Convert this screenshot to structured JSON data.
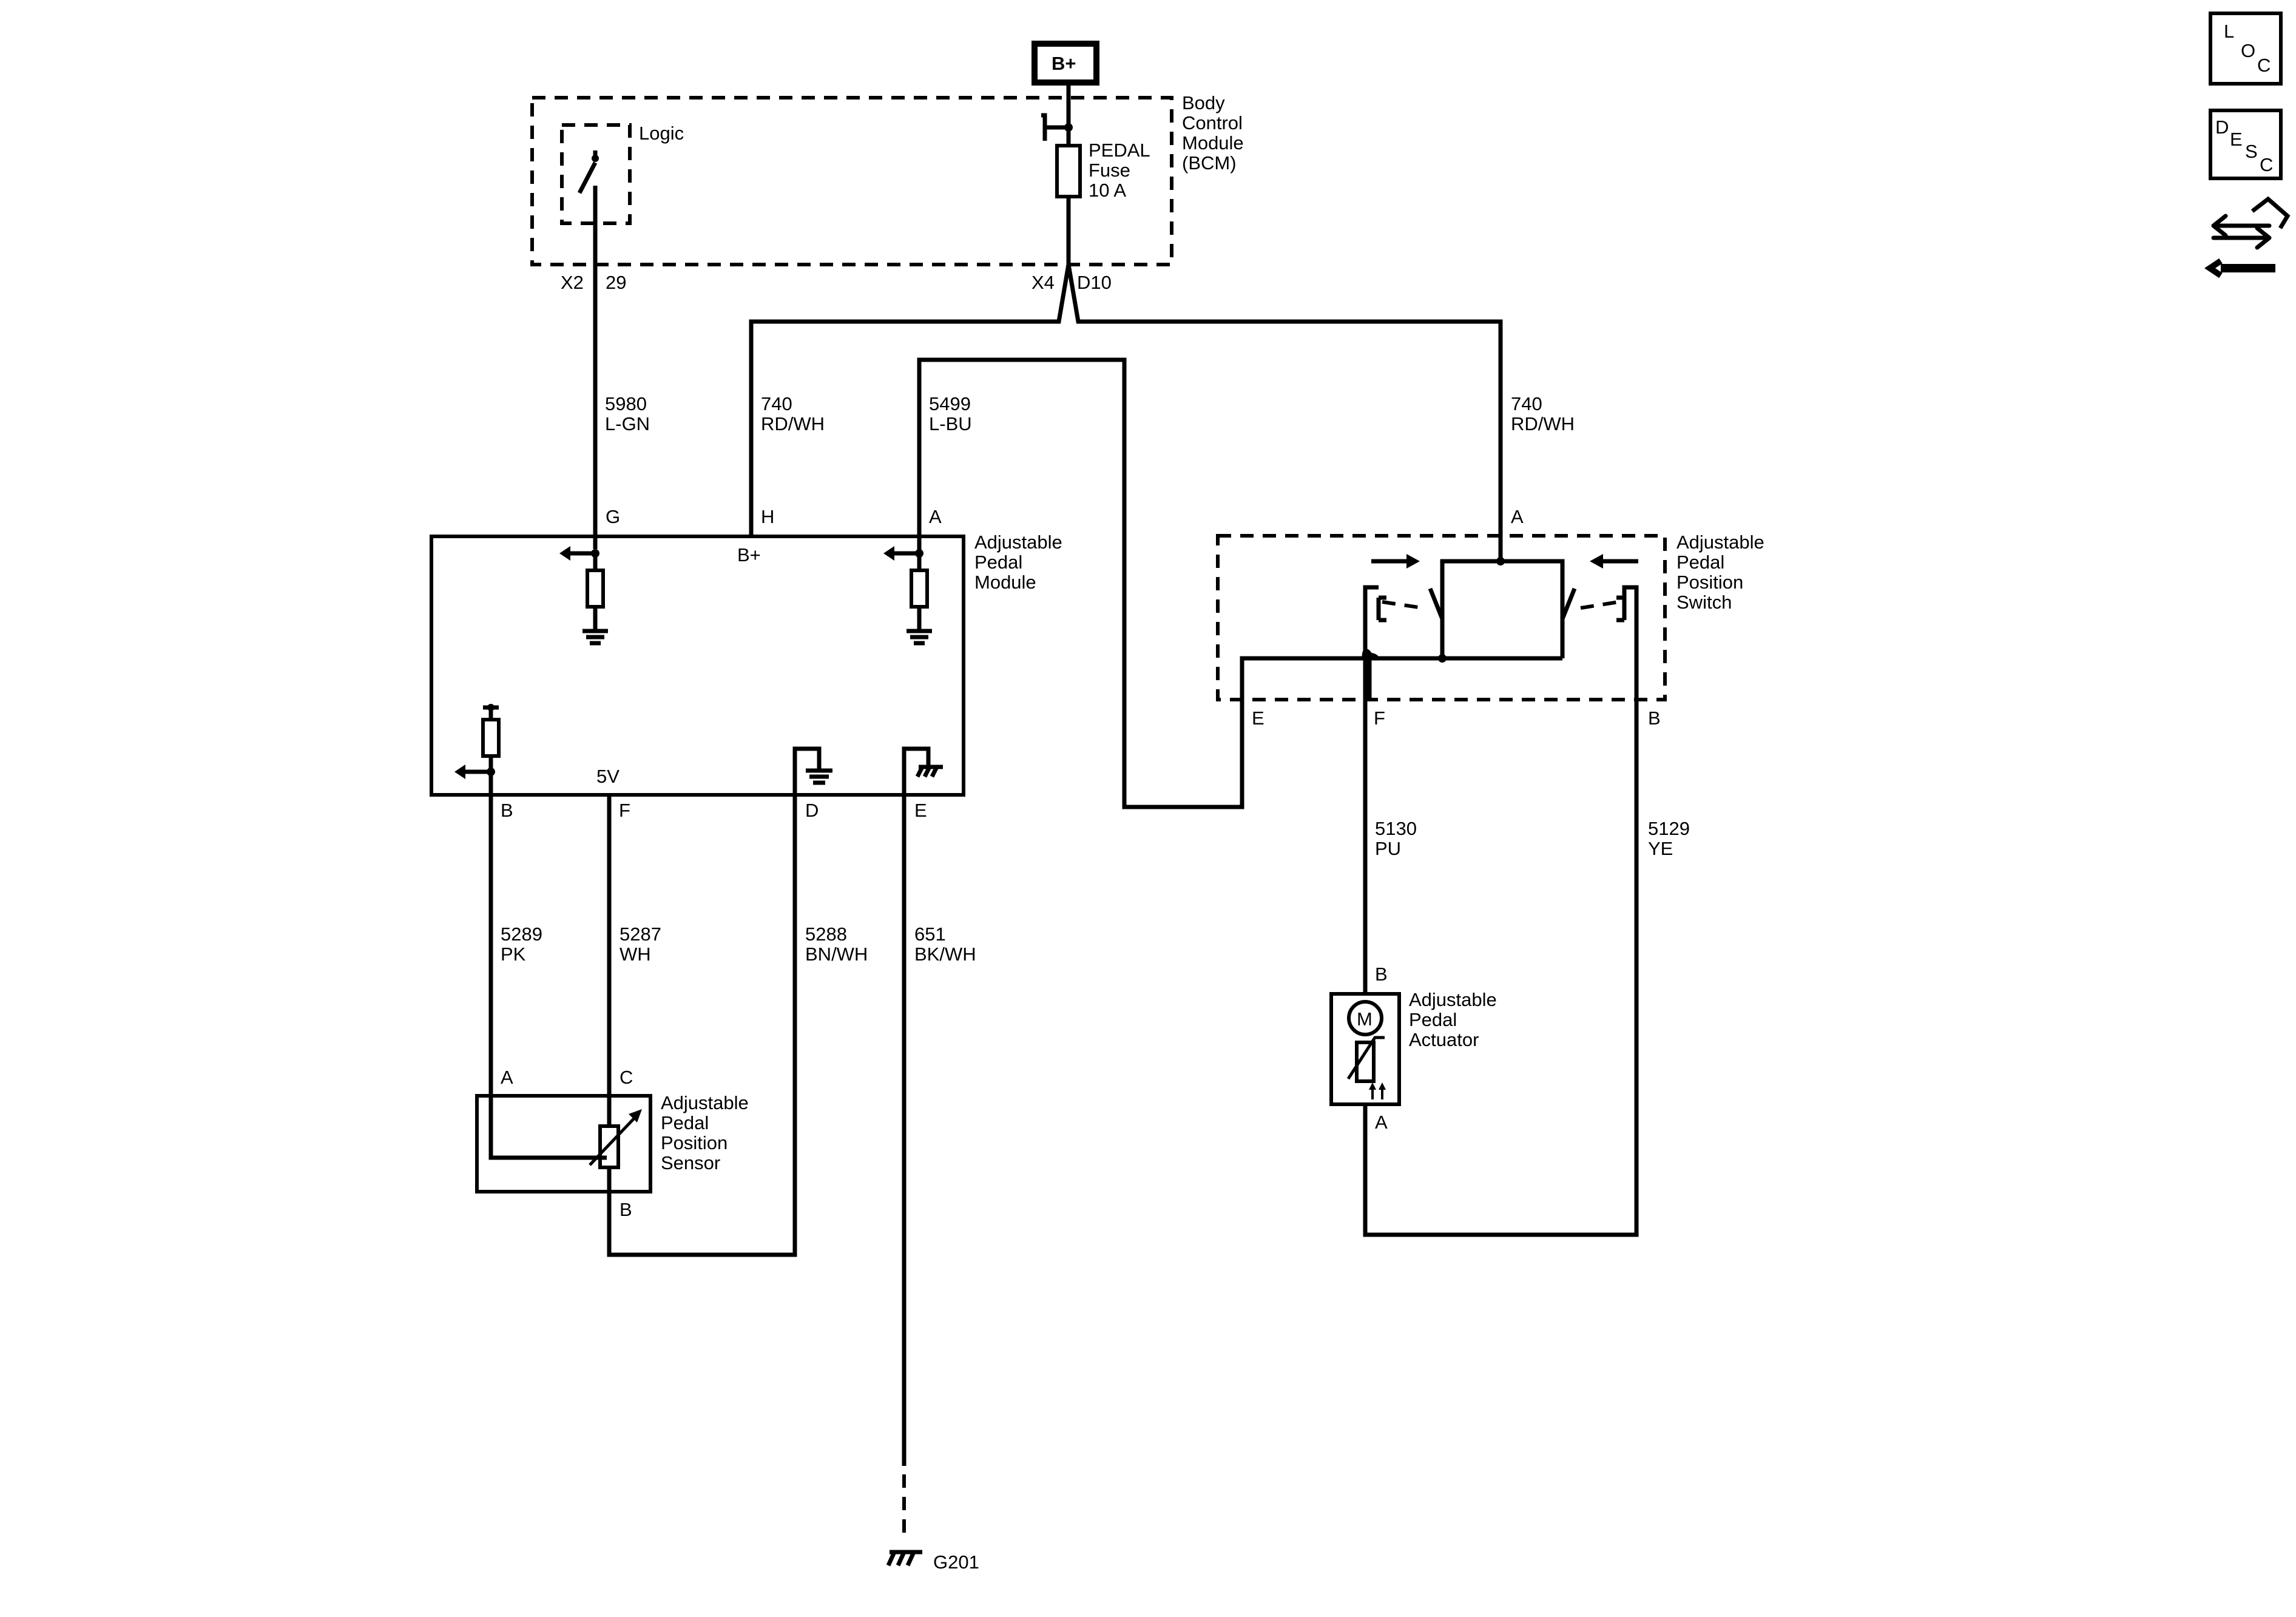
{
  "side_buttons": {
    "loc": [
      "L",
      "O",
      "C"
    ],
    "desc": [
      "D",
      "E",
      "S",
      "C"
    ],
    "connector_icon": "connector-wrench-icon"
  },
  "power": {
    "label": "B+"
  },
  "bcm": {
    "name": [
      "Body",
      "Control",
      "Module",
      "(BCM)"
    ],
    "logic_label": "Logic",
    "fuse": [
      "PEDAL",
      "Fuse",
      "10 A"
    ],
    "connector_left": "X2",
    "pin_left": "29",
    "connector_right": "X4",
    "pin_right": "D10"
  },
  "wires": {
    "w5980": {
      "circuit": "5980",
      "color": "L-GN"
    },
    "w740a": {
      "circuit": "740",
      "color": "RD/WH"
    },
    "w5499": {
      "circuit": "5499",
      "color": "L-BU"
    },
    "w740b": {
      "circuit": "740",
      "color": "RD/WH"
    },
    "w5289": {
      "circuit": "5289",
      "color": "PK"
    },
    "w5287": {
      "circuit": "5287",
      "color": "WH"
    },
    "w5288": {
      "circuit": "5288",
      "color": "BN/WH"
    },
    "w651": {
      "circuit": "651",
      "color": "BK/WH"
    },
    "w5130": {
      "circuit": "5130",
      "color": "PU"
    },
    "w5129": {
      "circuit": "5129",
      "color": "YE"
    }
  },
  "module": {
    "name": [
      "Adjustable",
      "Pedal",
      "Module"
    ],
    "pin_g": "G",
    "pin_h": "H",
    "pin_a": "A",
    "bplus": "B+",
    "fivev": "5V",
    "pin_b": "B",
    "pin_f": "F",
    "pin_d": "D",
    "pin_e": "E"
  },
  "switch": {
    "name": [
      "Adjustable",
      "Pedal",
      "Position",
      "Switch"
    ],
    "pin_a": "A",
    "pin_e": "E",
    "pin_f": "F",
    "pin_b": "B"
  },
  "sensor": {
    "name": [
      "Adjustable",
      "Pedal",
      "Position",
      "Sensor"
    ],
    "pin_a": "A",
    "pin_c": "C",
    "pin_b": "B"
  },
  "actuator": {
    "name": [
      "Adjustable",
      "Pedal",
      "Actuator"
    ],
    "motor": "M",
    "pin_b": "B",
    "pin_a": "A"
  },
  "ground": {
    "label": "G201"
  }
}
